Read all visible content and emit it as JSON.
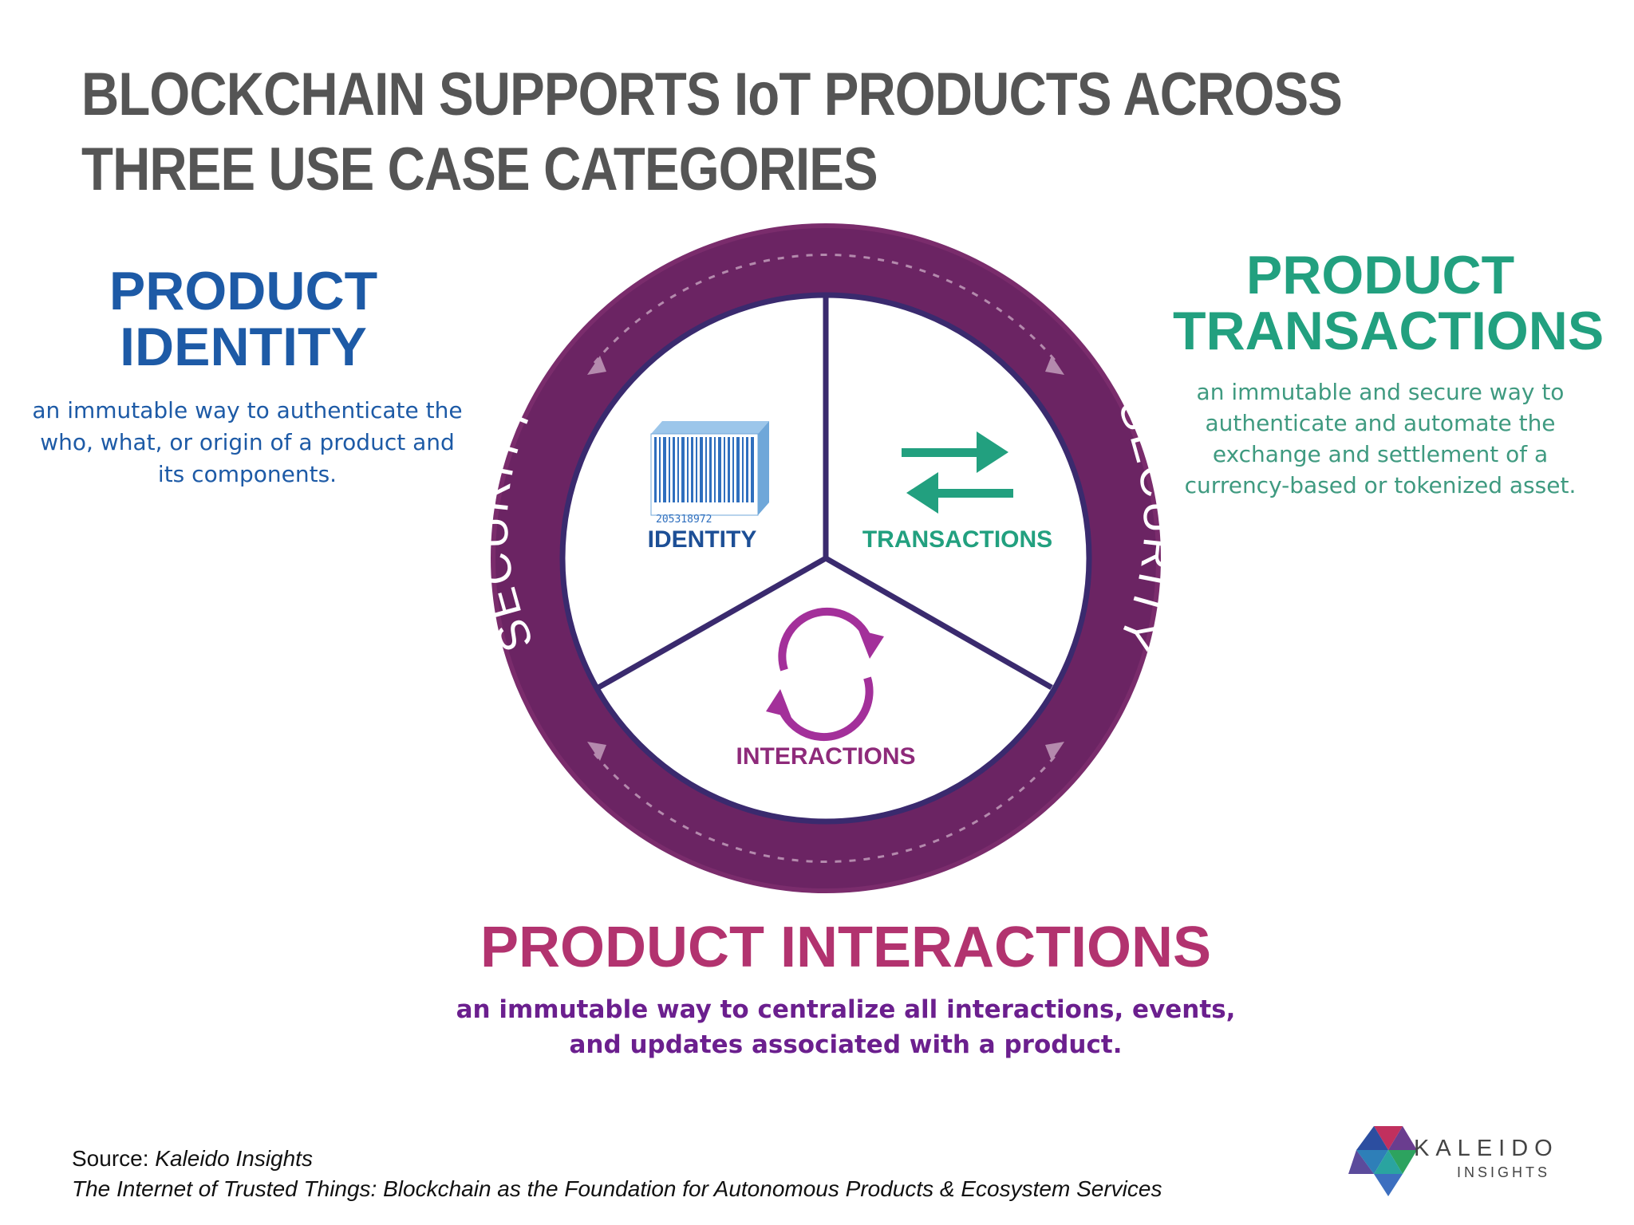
{
  "title": "BLOCKCHAIN SUPPORTS IoT PRODUCTS ACROSS THREE USE CASE CATEGORIES",
  "panels": {
    "identity": {
      "heading_line1": "PRODUCT",
      "heading_line2": "IDENTITY",
      "description": "an immutable way to authenticate the who, what, or origin of a product and its components.",
      "color": "#1d5aa6"
    },
    "transactions": {
      "heading_line1": "PRODUCT",
      "heading_line2": "TRANSACTIONS",
      "description": "an immutable and secure way to authenticate and automate the exchange and settlement of a currency-based or tokenized asset.",
      "color": "#22a07f"
    },
    "interactions": {
      "heading": "PRODUCT INTERACTIONS",
      "description": "an immutable way to centralize all interactions, events, and updates associated with a product.",
      "color": "#b2336f"
    }
  },
  "diagram": {
    "ring_label_left": "SECURITY",
    "ring_label_right": "SECURITY",
    "ring_color": "#6b2463",
    "divider_color": "#3a2a6e",
    "segments": {
      "identity": {
        "label": "IDENTITY",
        "icon": "barcode-icon",
        "barcode_number": "205318972"
      },
      "transactions": {
        "label": "TRANSACTIONS",
        "icon": "exchange-arrows-icon"
      },
      "interactions": {
        "label": "INTERACTIONS",
        "icon": "cycle-arrows-icon"
      }
    }
  },
  "source": {
    "prefix": "Source: ",
    "publisher": "Kaleido Insights",
    "report": "The Internet of Trusted Things: Blockchain as the Foundation for Autonomous Products & Ecosystem Services"
  },
  "logo": {
    "name": "KALEIDO",
    "subtitle": "INSIGHTS"
  }
}
